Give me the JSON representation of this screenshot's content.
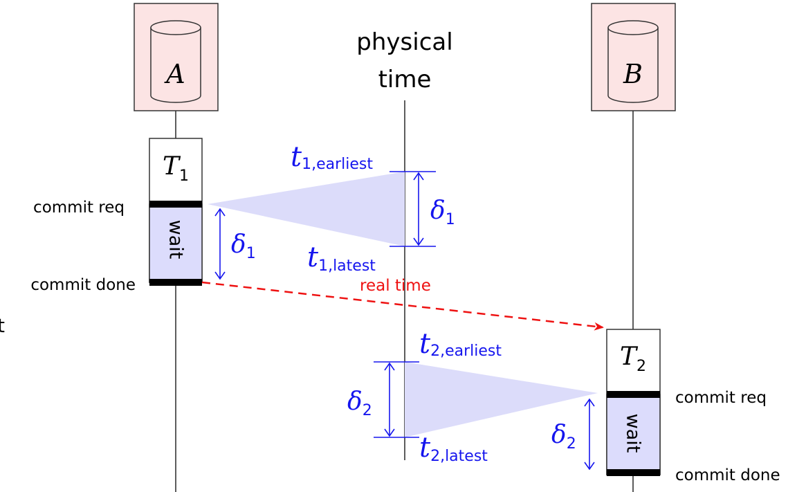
{
  "title": {
    "line1": "physical",
    "line2": "time"
  },
  "nodes": {
    "a": {
      "label": "A"
    },
    "b": {
      "label": "B"
    }
  },
  "transactions": {
    "t1": {
      "label": "T",
      "subscript": "1",
      "wait_label": "wait",
      "commit_req_label": "commit req",
      "commit_done_label": "commit done",
      "delta_label": "δ",
      "delta_subscript": "1"
    },
    "t2": {
      "label": "T",
      "subscript": "2",
      "wait_label": "wait",
      "commit_req_label": "commit req",
      "commit_done_label": "commit done",
      "delta_label": "δ",
      "delta_subscript": "2"
    }
  },
  "interval1": {
    "earliest": {
      "base": "t",
      "subscript": "1,earliest"
    },
    "latest": {
      "base": "t",
      "subscript": "1,latest"
    },
    "delta_label": "δ",
    "delta_subscript": "1"
  },
  "interval2": {
    "earliest": {
      "base": "t",
      "subscript": "2,earliest"
    },
    "latest": {
      "base": "t",
      "subscript": "2,latest"
    },
    "delta_label": "δ",
    "delta_subscript": "2"
  },
  "real_time_label": "real time",
  "edge_fragment": "t",
  "colors": {
    "node_fill": "#fce4e4",
    "wait_fill": "#dcdcfc",
    "interval_shade": "#dcdcfa",
    "annotation": "#1515ee",
    "real_time": "#ee1111",
    "line": "#333333",
    "bar": "#000000"
  }
}
